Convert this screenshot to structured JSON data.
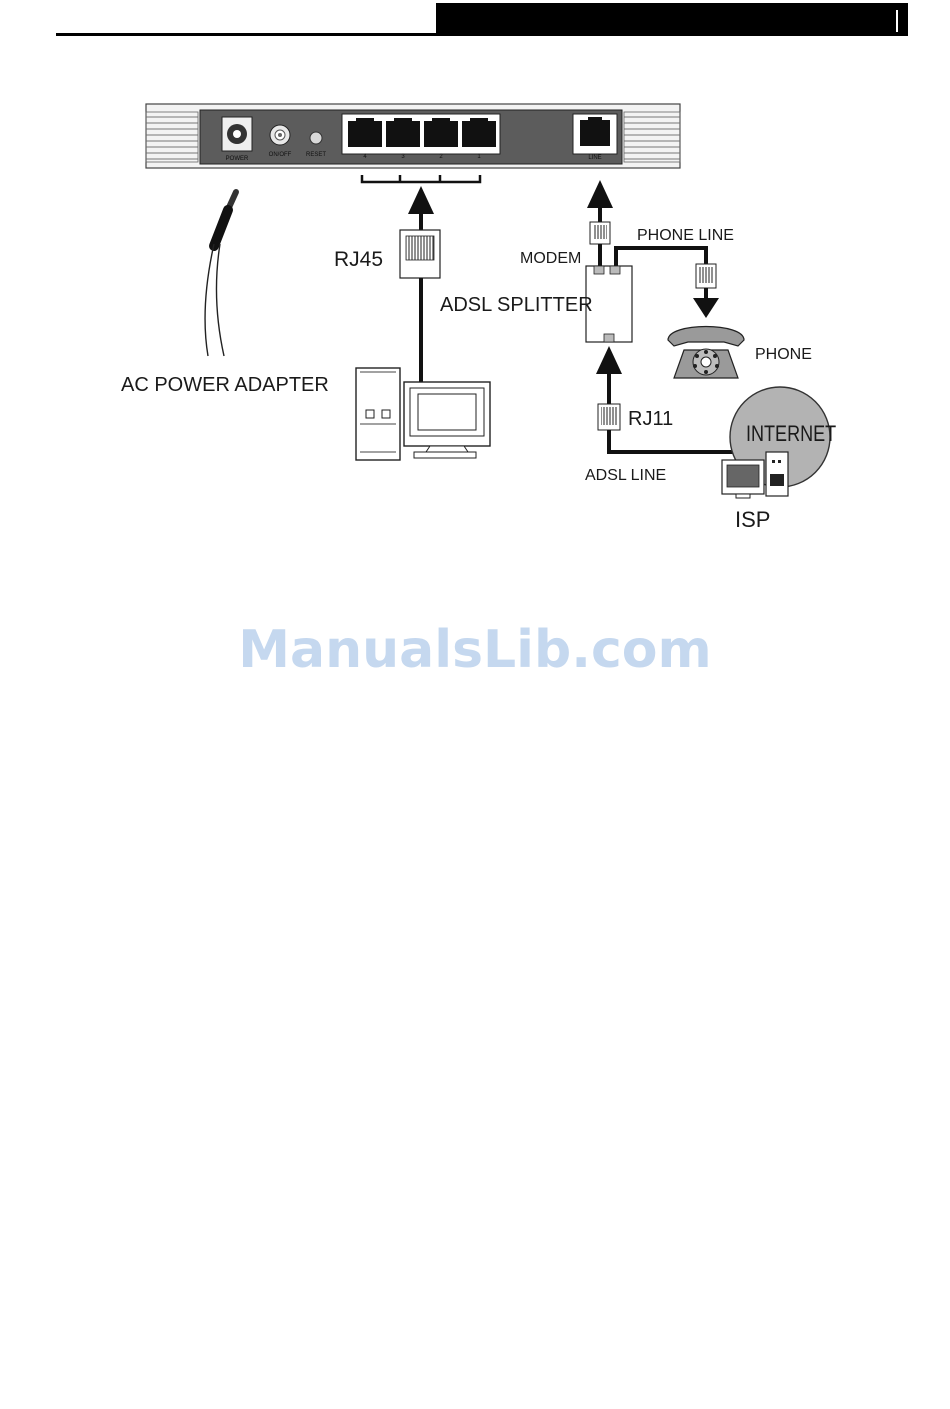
{
  "router": {
    "power_label": "POWER",
    "onoff_label": "ON/OFF",
    "reset_label": "RESET",
    "lan_ports": [
      "4",
      "3",
      "2",
      "1"
    ],
    "line_label": "LINE"
  },
  "labels": {
    "ac_power_adapter": "AC POWER ADAPTER",
    "rj45": "RJ45",
    "modem": "MODEM",
    "phone_line": "PHONE LINE",
    "adsl_splitter": "ADSL SPLITTER",
    "phone": "PHONE",
    "rj11": "RJ11",
    "adsl_line": "ADSL LINE",
    "internet": "INTERNET",
    "isp": "ISP"
  },
  "watermark": "ManualsLib.com"
}
